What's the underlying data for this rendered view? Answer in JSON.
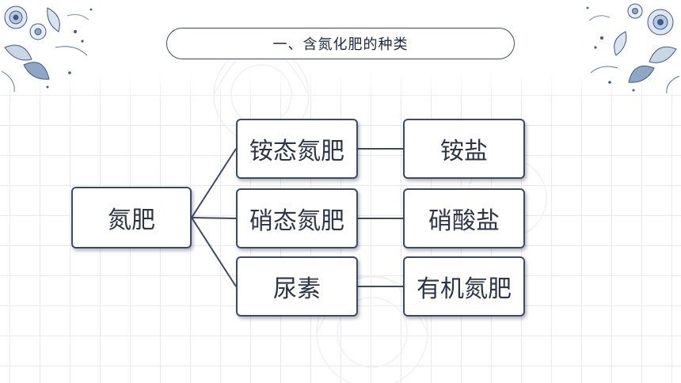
{
  "title": "一、含氮化肥的种类",
  "diagram": {
    "root": "氮肥",
    "branches": [
      {
        "category": "铵态氮肥",
        "example": "铵盐"
      },
      {
        "category": "硝态氮肥",
        "example": "硝酸盐"
      },
      {
        "category": "尿素",
        "example": "有机氮肥"
      }
    ]
  },
  "colors": {
    "border": "#3e4a62",
    "text": "#2c3448",
    "grid": "#e7e9ee",
    "floral": "#6f8fb3"
  }
}
